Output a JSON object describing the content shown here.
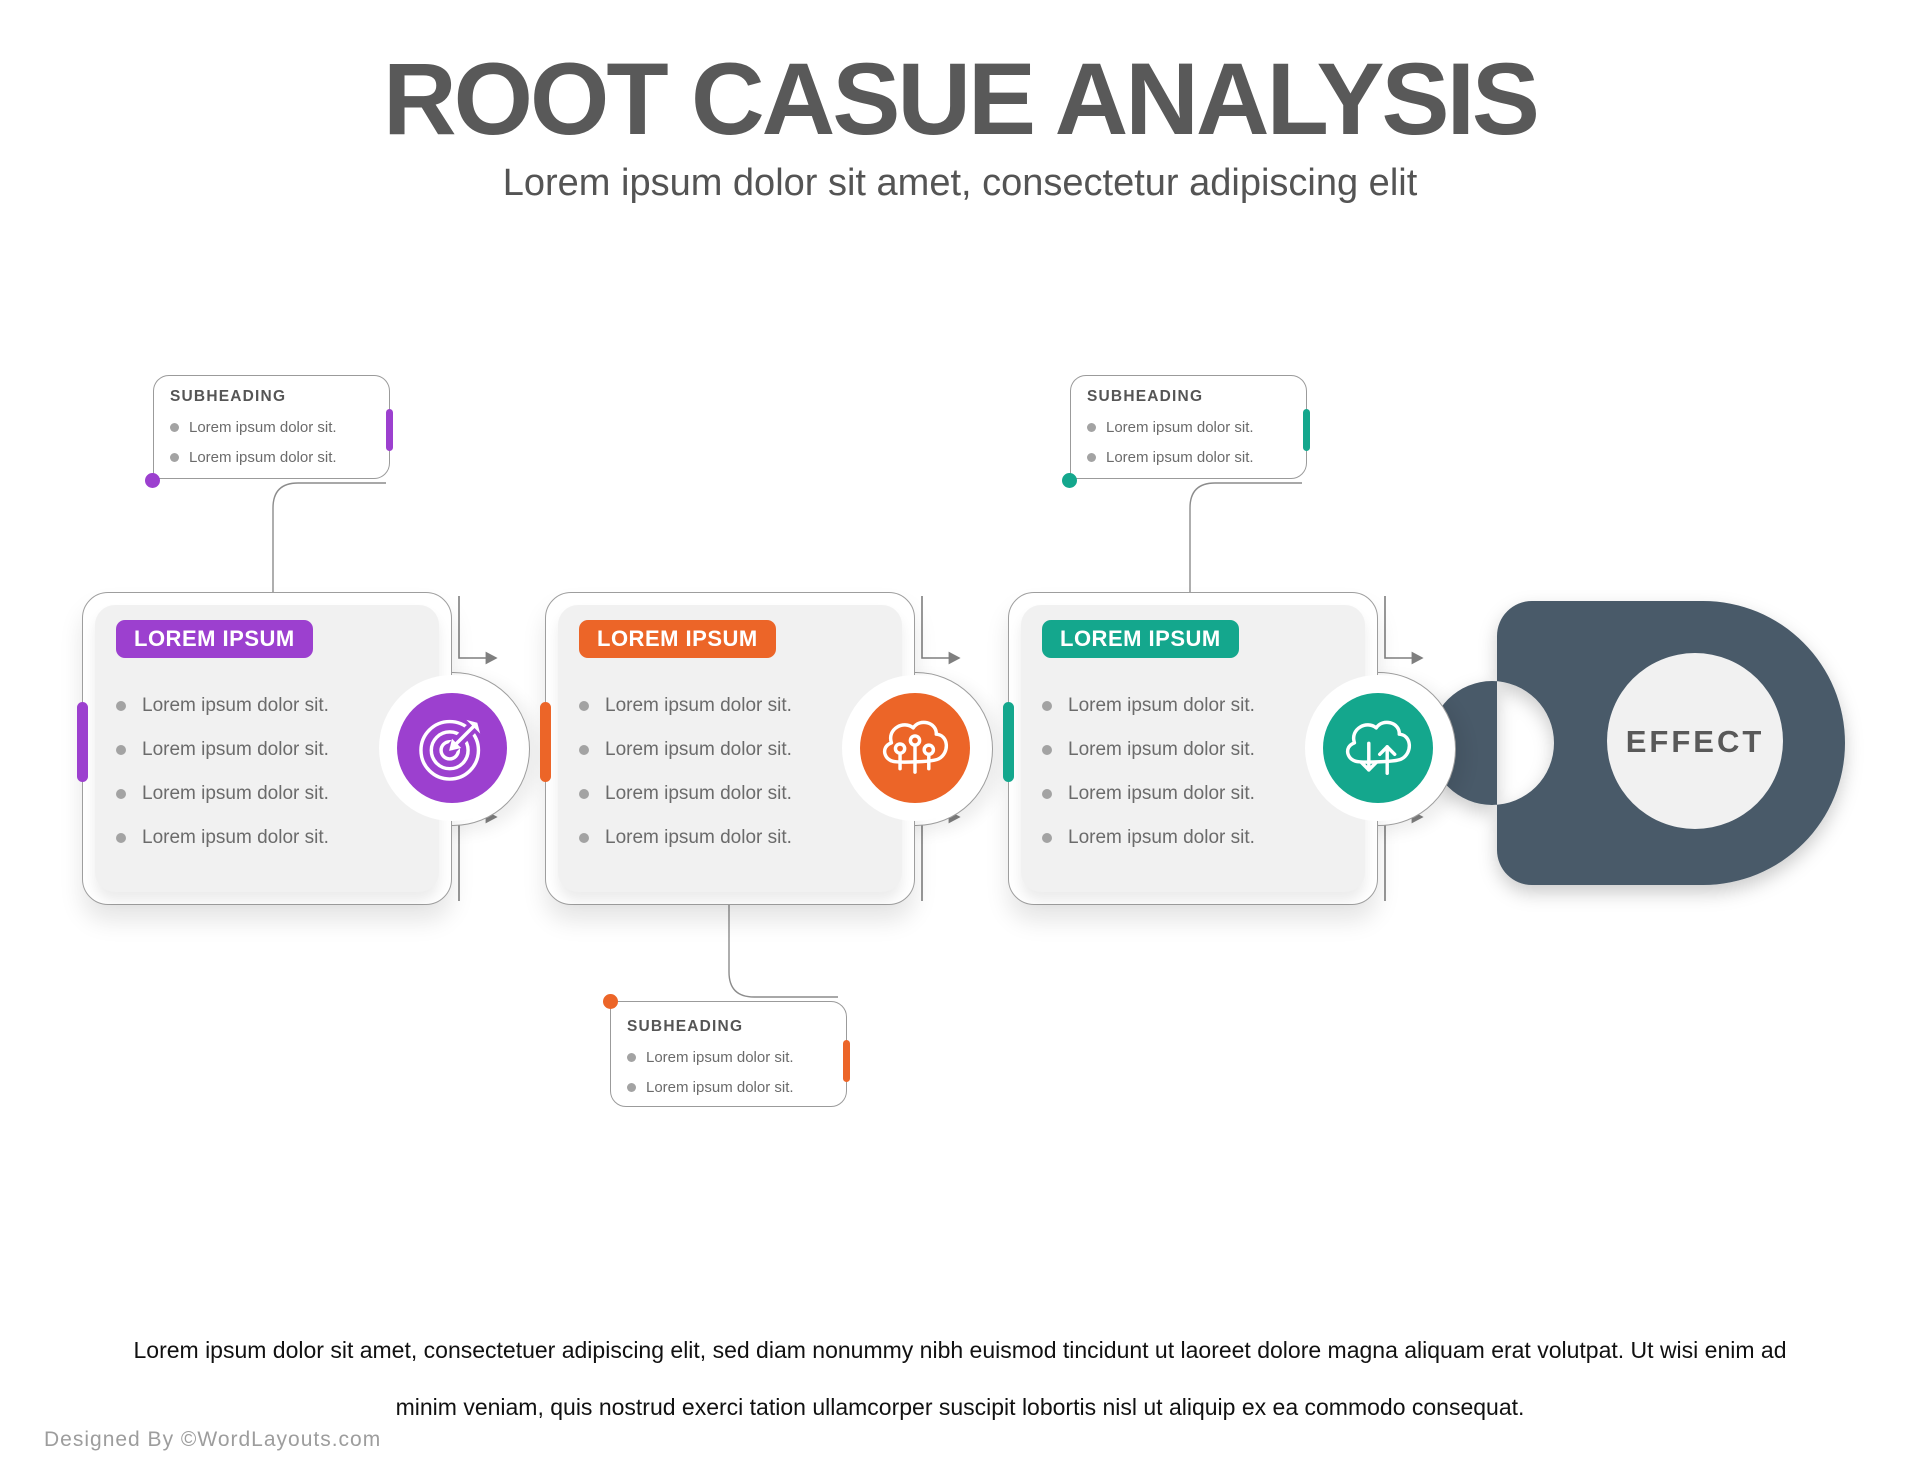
{
  "title": "ROOT CASUE ANALYSIS",
  "subtitle": "Lorem ipsum dolor sit amet, consectetur adipiscing elit",
  "colors": {
    "purple": "#9C40CF",
    "orange": "#EC6528",
    "teal": "#14A78D",
    "slate": "#495A69",
    "panel_gray": "#F1F1F1",
    "border_gray": "#9B9B9B",
    "connector_gray": "#8C8C8C"
  },
  "cards": [
    {
      "badge": "LOREM IPSUM",
      "accent": "#9C40CF",
      "icon": "target-arrow-icon",
      "bullets": [
        "Lorem ipsum dolor sit.",
        "Lorem ipsum dolor sit.",
        "Lorem ipsum dolor sit.",
        "Lorem ipsum dolor sit."
      ]
    },
    {
      "badge": "LOREM IPSUM",
      "accent": "#EC6528",
      "icon": "cloud-circuit-icon",
      "bullets": [
        "Lorem ipsum dolor sit.",
        "Lorem ipsum dolor sit.",
        "Lorem ipsum dolor sit.",
        "Lorem ipsum dolor sit."
      ]
    },
    {
      "badge": "LOREM IPSUM",
      "accent": "#14A78D",
      "icon": "cloud-sync-icon",
      "bullets": [
        "Lorem ipsum dolor sit.",
        "Lorem ipsum dolor sit.",
        "Lorem ipsum dolor sit.",
        "Lorem ipsum dolor sit."
      ]
    }
  ],
  "callouts": [
    {
      "heading": "SUBHEADING",
      "accent": "#9C40CF",
      "bullets": [
        "Lorem ipsum dolor sit.",
        "Lorem ipsum dolor sit."
      ]
    },
    {
      "heading": "SUBHEADING",
      "accent": "#14A78D",
      "bullets": [
        "Lorem ipsum dolor sit.",
        "Lorem ipsum dolor sit."
      ]
    },
    {
      "heading": "SUBHEADING",
      "accent": "#EC6528",
      "bullets": [
        "Lorem ipsum dolor sit.",
        "Lorem ipsum dolor sit."
      ]
    }
  ],
  "effect": {
    "label": "EFFECT"
  },
  "paragraph": "Lorem ipsum dolor sit amet, consectetuer adipiscing elit, sed diam nonummy nibh euismod tincidunt ut laoreet dolore magna aliquam erat volutpat. Ut wisi enim ad minim veniam, quis nostrud exerci tation ullamcorper suscipit lobortis nisl ut aliquip ex ea commodo consequat.",
  "credit": "Designed By ©WordLayouts.com"
}
